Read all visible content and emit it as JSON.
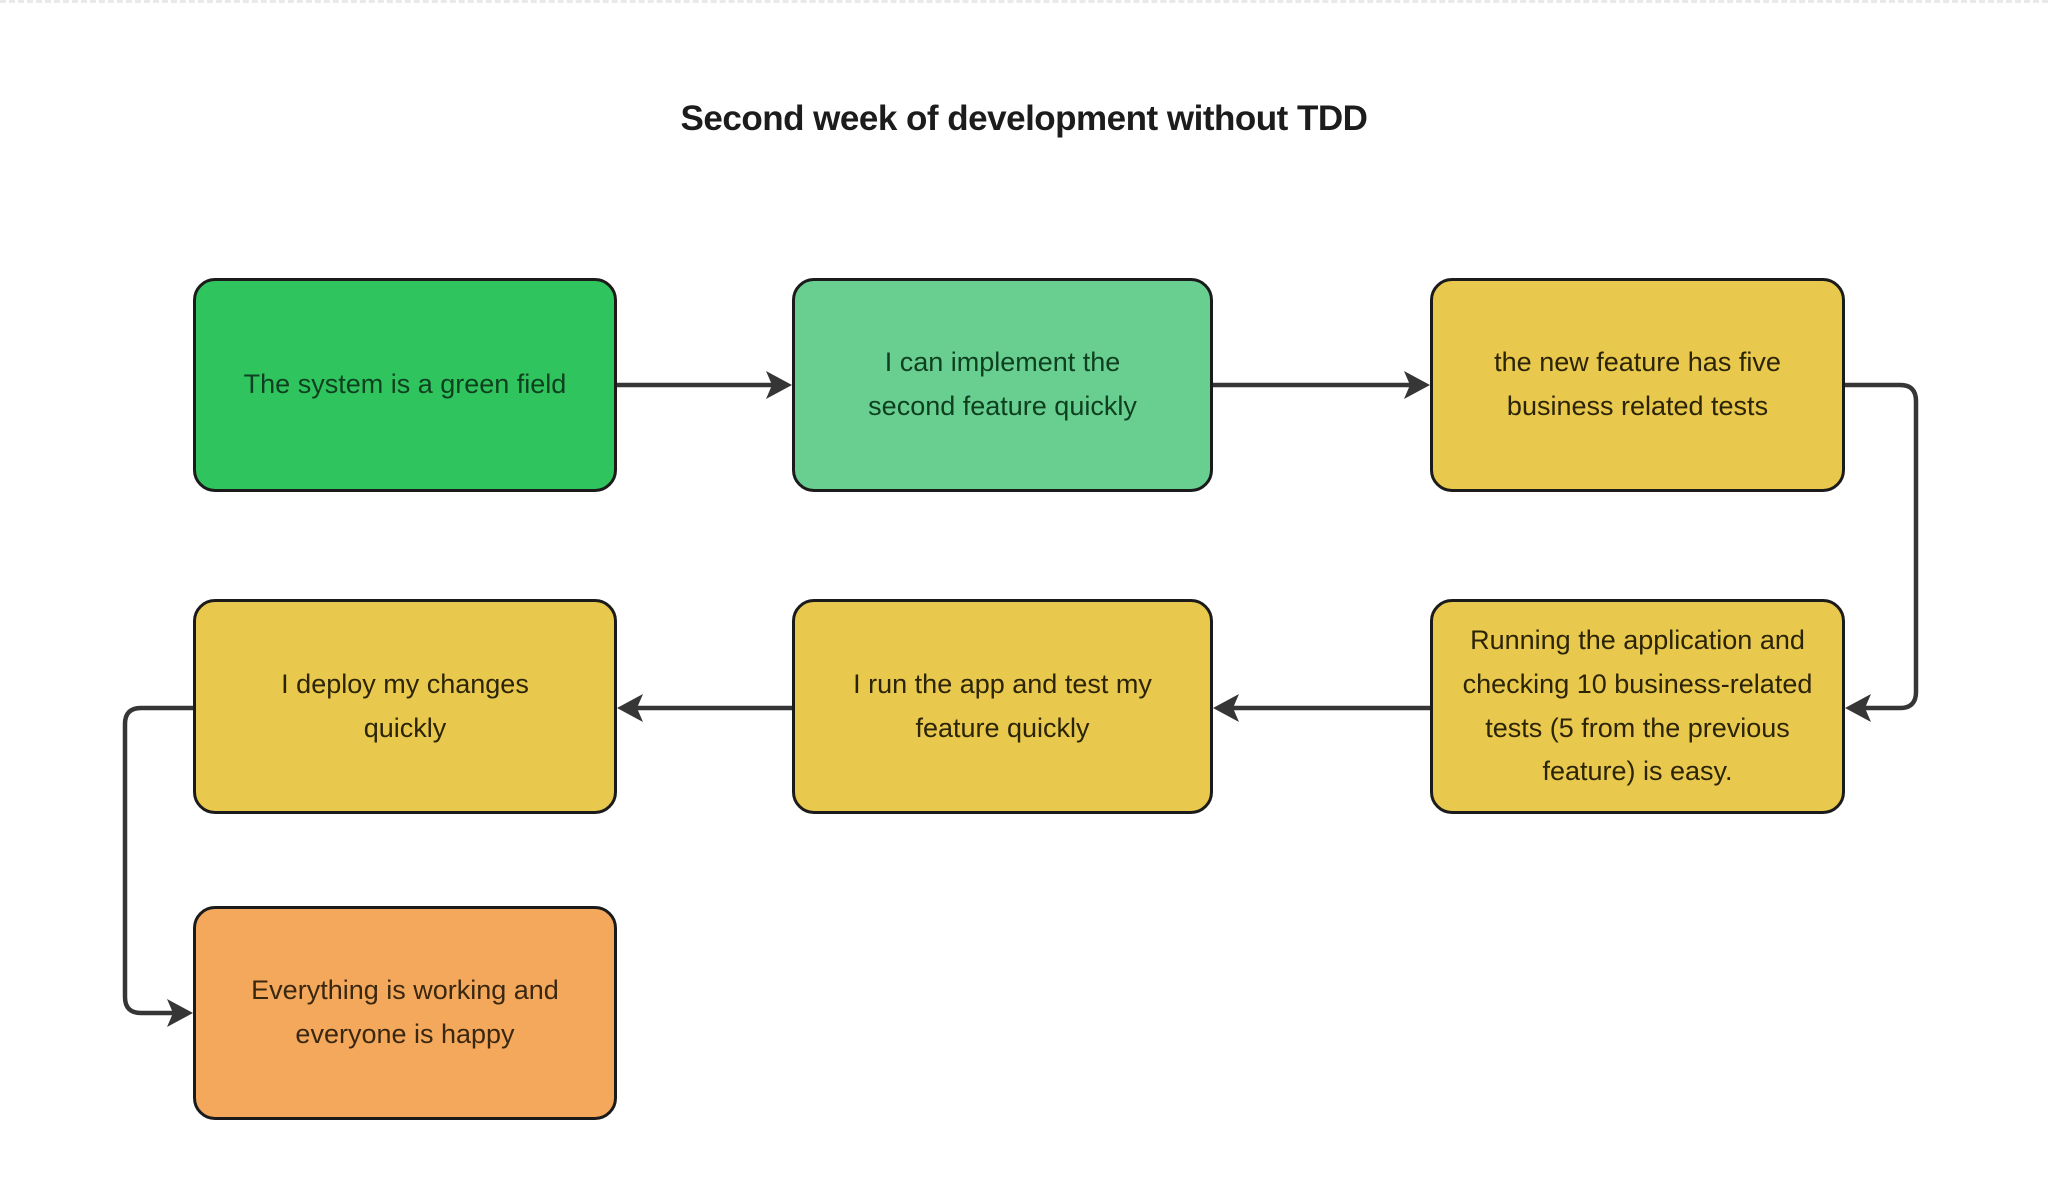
{
  "page": {
    "background_color": "#ffffff",
    "top_border_color": "#e9e9e9"
  },
  "diagram": {
    "title": "Second week of development without TDD",
    "title_color": "#1c1c1c",
    "arrow_color": "#363636",
    "node_border_color": "#1b1b1b",
    "nodes": [
      {
        "id": "n1",
        "label": "The system is a green field",
        "fill": "#30c45e",
        "text_color": "#0e3f1e"
      },
      {
        "id": "n2",
        "label": "I can implement the second feature quickly",
        "fill": "#68cf91",
        "text_color": "#0e3f1e"
      },
      {
        "id": "n3",
        "label": "the new feature has five business related tests",
        "fill": "#e8c84d",
        "text_color": "#2c2407"
      },
      {
        "id": "n4",
        "label": "Running the application and checking 10 business-related tests (5 from the previous feature) is easy.",
        "fill": "#e8c84d",
        "text_color": "#2c2407"
      },
      {
        "id": "n5",
        "label": "I run the app and test my feature quickly",
        "fill": "#e8c84d",
        "text_color": "#2c2407"
      },
      {
        "id": "n6",
        "label": "I deploy my changes quickly",
        "fill": "#e8c84d",
        "text_color": "#2c2407"
      },
      {
        "id": "n7",
        "label": "Everything is working and everyone is happy",
        "fill": "#f4a85c",
        "text_color": "#3a2710"
      }
    ],
    "edges": [
      {
        "from": "n1",
        "to": "n2"
      },
      {
        "from": "n2",
        "to": "n3"
      },
      {
        "from": "n3",
        "to": "n4"
      },
      {
        "from": "n4",
        "to": "n5"
      },
      {
        "from": "n5",
        "to": "n6"
      },
      {
        "from": "n6",
        "to": "n7"
      }
    ]
  }
}
